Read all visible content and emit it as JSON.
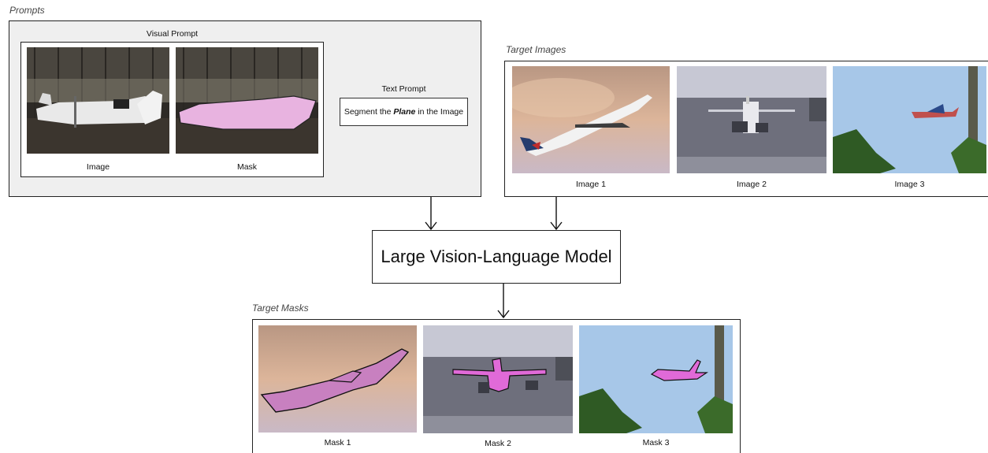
{
  "prompts_label": "Prompts",
  "visual_prompt": {
    "title": "Visual Prompt",
    "image_caption": "Image",
    "mask_caption": "Mask"
  },
  "text_prompt": {
    "title": "Text Prompt",
    "before": "Segment the ",
    "keyword": "Plane",
    "after": " in the Image"
  },
  "target_images": {
    "label": "Target Images",
    "captions": [
      "Image 1",
      "Image 2",
      "Image 3"
    ]
  },
  "model": {
    "label": "Large Vision-Language Model"
  },
  "target_masks": {
    "label": "Target Masks",
    "captions": [
      "Mask 1",
      "Mask 2",
      "Mask 3"
    ]
  },
  "colors": {
    "prompts_bg": "#efefef",
    "mask_overlay": "#e88be0",
    "sky_blue": "#a9c9ea",
    "sunset": "#d9b193",
    "tarmac": "#6d6f7a",
    "hangar": "#3e3a34"
  }
}
